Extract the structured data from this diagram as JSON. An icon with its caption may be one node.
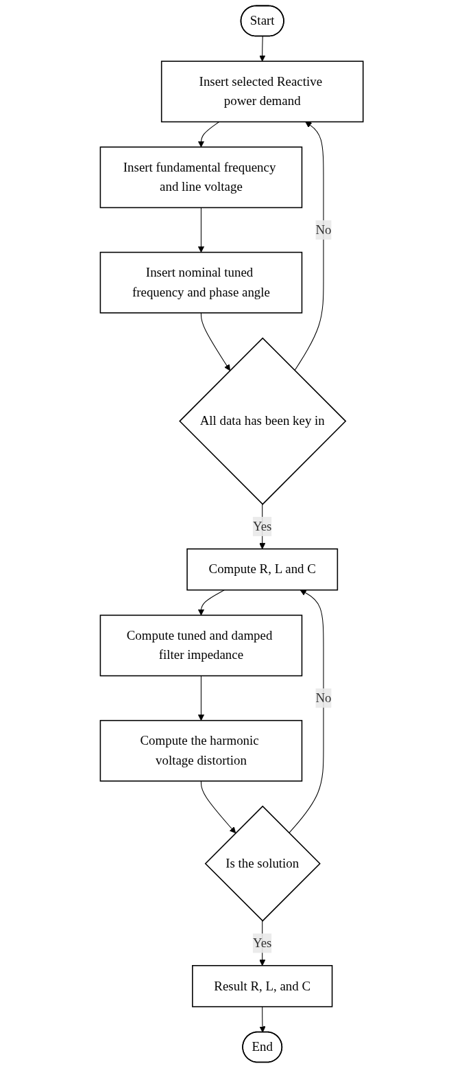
{
  "diagram": {
    "nodes": [
      {
        "text": [
          "Start"
        ]
      },
      {
        "text": [
          "Insert selected Reactive power demand"
        ]
      },
      {
        "text": [
          "Insert fundamental frequency and line voltage"
        ]
      },
      {
        "text": [
          "Insert nominal tuned frequency and phase angle"
        ]
      },
      {
        "text": [
          "All data has been key in"
        ]
      },
      {
        "text": [
          "Compute R, L and C"
        ]
      },
      {
        "text": [
          "Compute tuned and damped filter impedance"
        ]
      },
      {
        "text": [
          "Compute the harmonic voltage distortion"
        ]
      },
      {
        "text": [
          "Is the solution"
        ]
      },
      {
        "text": [
          "Result R, L, and C"
        ]
      },
      {
        "text": [
          "End"
        ]
      }
    ],
    "edges": [
      {
        "from": 0,
        "to": 1,
        "arrow": "to"
      },
      {
        "from": 1,
        "to": 2,
        "arrow": "to"
      },
      {
        "from": 2,
        "to": 3,
        "arrow": "to"
      },
      {
        "from": 3,
        "to": 4,
        "arrow": "to"
      },
      {
        "from": 4,
        "to": 5,
        "arrow": "to",
        "label": "Yes"
      },
      {
        "from": 4,
        "to": 1,
        "arrow": "to",
        "label": "No"
      },
      {
        "from": 5,
        "to": 6,
        "arrow": "to"
      },
      {
        "from": 6,
        "to": 7,
        "arrow": "to"
      },
      {
        "from": 7,
        "to": 8,
        "arrow": "to"
      },
      {
        "from": 8,
        "to": 9,
        "arrow": "to",
        "label": "Yes"
      },
      {
        "from": 8,
        "to": 5,
        "arrow": "to",
        "label": "No"
      },
      {
        "from": 9,
        "to": 10,
        "arrow": "to"
      }
    ]
  }
}
